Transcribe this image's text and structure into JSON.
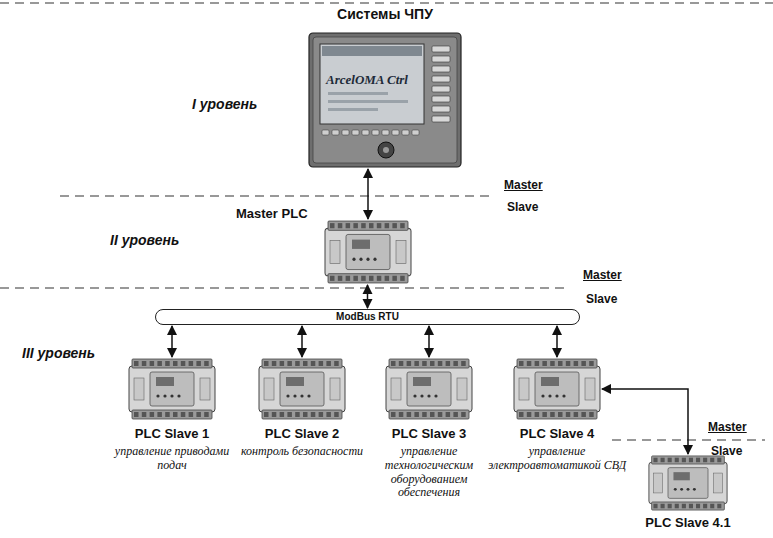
{
  "diagram": {
    "nodes": [
      {
        "text": [
          "Системы ЧПУ",
          "ArcelOMA Ctrl"
        ]
      },
      {
        "text": [
          "Master PLC"
        ]
      },
      {
        "text": [
          "ModBus RTU"
        ]
      },
      {
        "text": [
          "PLC Slave 1",
          "управление приводами подач"
        ]
      },
      {
        "text": [
          "PLC Slave 2",
          "контроль безопасности"
        ]
      },
      {
        "text": [
          "PLC Slave 3",
          "управление технологическим оборудованием обеспечения"
        ]
      },
      {
        "text": [
          "PLC Slave 4",
          "управление электроавтоматикой СВД"
        ]
      },
      {
        "text": [
          "PLC Slave 4.1"
        ]
      }
    ],
    "edges": [
      {
        "from": 0,
        "to": 1,
        "arrow": "both"
      },
      {
        "from": 1,
        "to": 2,
        "arrow": "both"
      },
      {
        "from": 2,
        "to": 3,
        "arrow": "both"
      },
      {
        "from": 2,
        "to": 4,
        "arrow": "both"
      },
      {
        "from": 2,
        "to": 5,
        "arrow": "both"
      },
      {
        "from": 2,
        "to": 6,
        "arrow": "both"
      },
      {
        "from": 6,
        "to": 7,
        "arrow": "both"
      }
    ],
    "labels": [
      "I уровень",
      "Master",
      "Slave",
      "II уровень",
      "Master",
      "Slave",
      "III уровень",
      "Master",
      "Slave"
    ]
  }
}
